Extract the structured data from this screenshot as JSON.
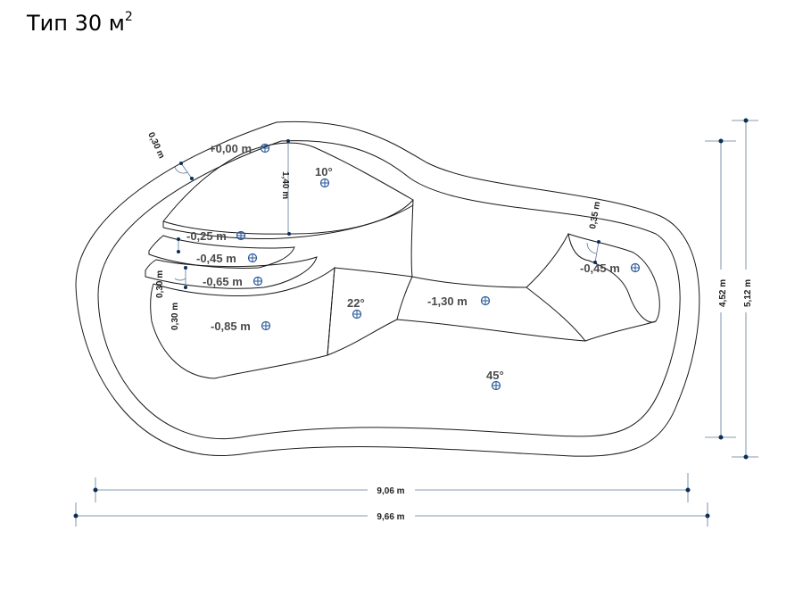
{
  "title": {
    "text": "Тип 30 м",
    "sup": "2"
  },
  "depth_labels": {
    "top": "+0,00 m",
    "step1": "-0,25 m",
    "step2": "-0,45 m",
    "step3": "-0,65 m",
    "deep_left": "-0,85 m",
    "channel": "-1,30 m",
    "right_shelf": "-0,45 m"
  },
  "angle_labels": {
    "a10": "10°",
    "a22": "22°",
    "a45": "45°"
  },
  "dimensions": {
    "rim": "0,30 m",
    "slope_len": "1,40 m",
    "right_rim": "0,35 m",
    "step_h1": "0,30 m",
    "step_h2": "0,30 m",
    "width_inner": "9,06 m",
    "width_outer": "9,66 m",
    "height_inner": "4,52 m",
    "height_outer": "5,12 m"
  }
}
